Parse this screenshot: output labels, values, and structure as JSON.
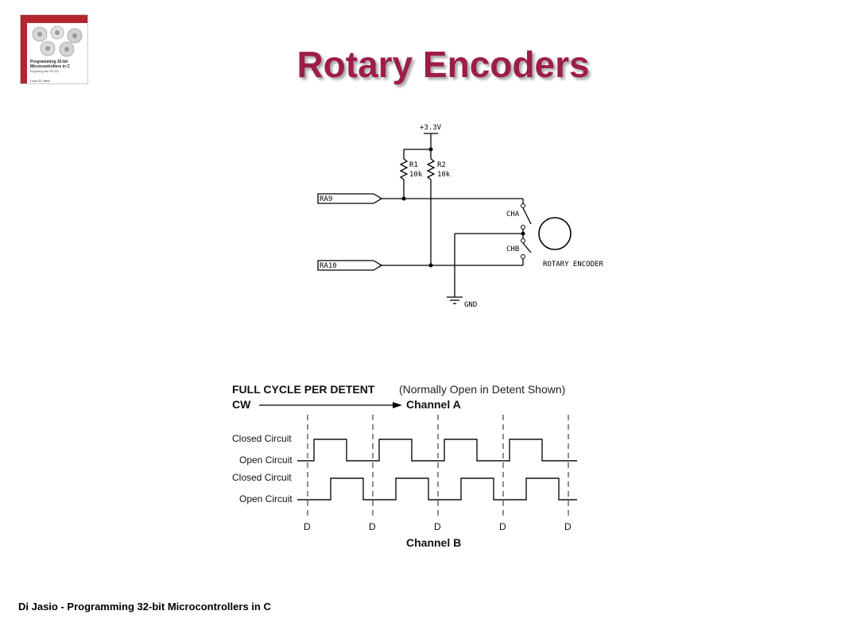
{
  "slide": {
    "title": "Rotary Encoders",
    "footer": "Di Jasio - Programming 32-bit Microcontrollers in C"
  },
  "book_cover": {
    "title": "Programming 32-bit Microcontrollers in C",
    "subtitle": "Exploring the PIC32",
    "author": "Lucio Di Jasio"
  },
  "schematic": {
    "supply": "+3.3V",
    "r1_name": "R1",
    "r1_value": "10k",
    "r2_name": "R2",
    "r2_value": "10k",
    "pin_a": "RA9",
    "pin_b": "RA10",
    "switch_a": "CHA",
    "switch_b": "CHB",
    "encoder_label": "ROTARY ENCODER",
    "ground": "GND"
  },
  "timing": {
    "heading_bold": "FULL CYCLE PER DETENT",
    "heading_note": "(Normally Open in Detent Shown)",
    "direction": "CW",
    "channel_a": "Channel A",
    "channel_b": "Channel B",
    "closed_label": "Closed Circuit",
    "open_label": "Open Circuit",
    "detent_labels": [
      "D",
      "D",
      "D",
      "D",
      "D"
    ]
  },
  "colors": {
    "title": "#9c1d4b",
    "book_red": "#b3262d"
  }
}
